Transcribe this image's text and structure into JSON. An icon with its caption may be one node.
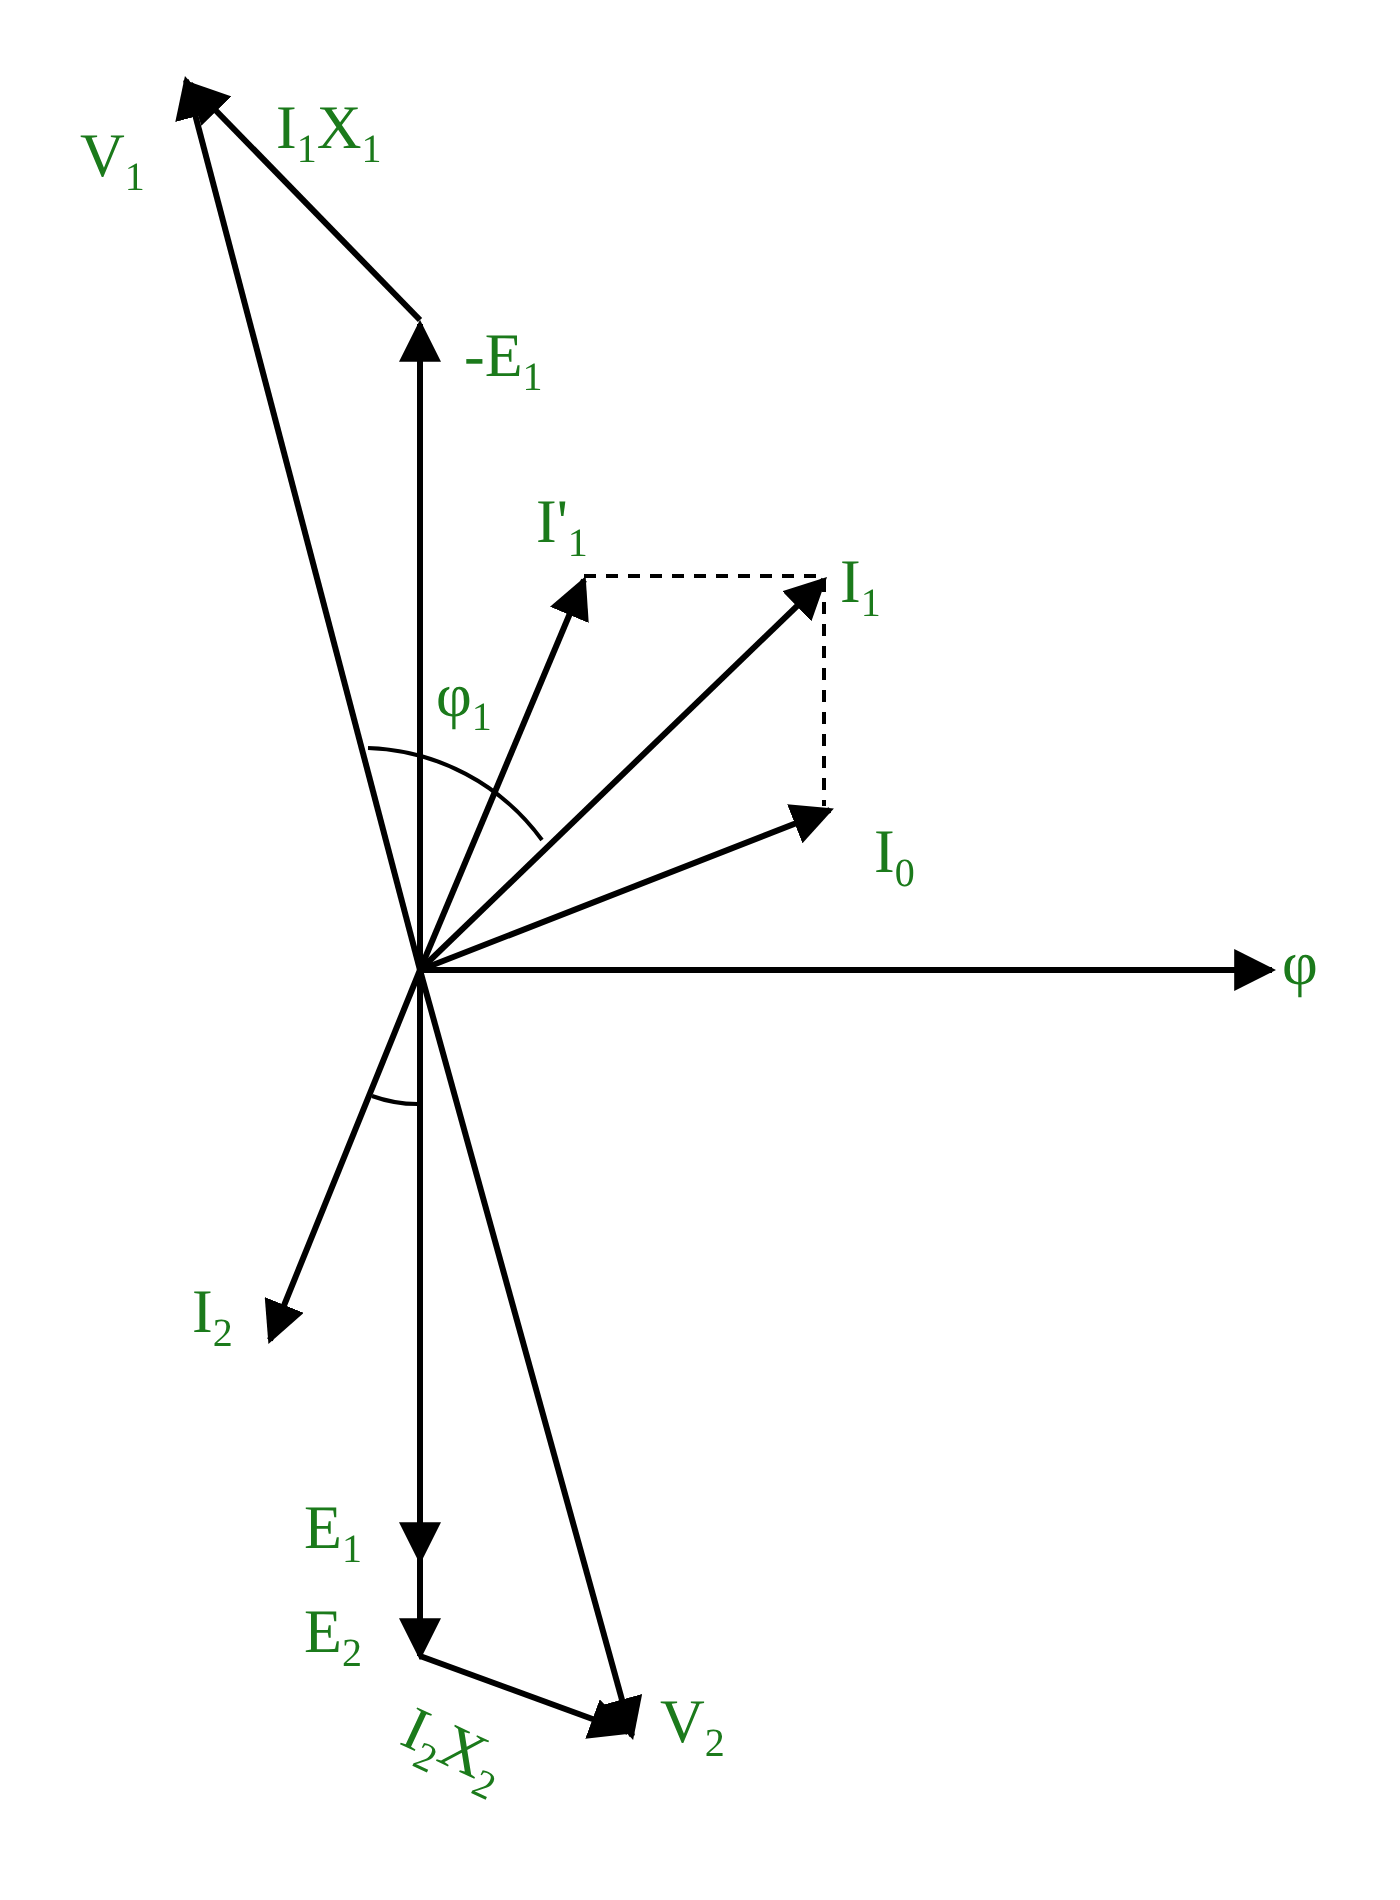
{
  "diagram": {
    "labels": [
      "V$_{1}$",
      "I$_{1}$X$_{1}$",
      "-E$_{1}$",
      "I'$_{1}$",
      "I$_{1}$",
      "φ$_{1}$",
      "I$_{0}$",
      "φ",
      "I$_{2}$",
      "E$_{1}$",
      "E$_{2}$",
      "V$_{2}$",
      "I$_{2}$X$_{2}$"
    ]
  }
}
